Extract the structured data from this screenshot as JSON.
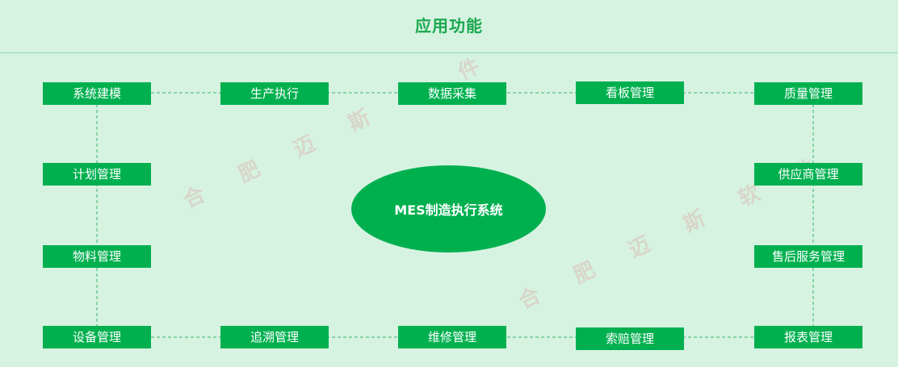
{
  "title": "应用功能",
  "center": "MES制造执行系统",
  "watermark": "合 肥 迈 斯 软 件",
  "colors": {
    "background": "#d6f3e2",
    "node": "#00b04f",
    "title": "#1aa84f",
    "connector": "#3cb36a"
  },
  "nodes": {
    "system_modeling": "系统建模",
    "production_execution": "生产执行",
    "data_collection": "数据采集",
    "kanban_management": "看板管理",
    "quality_management": "质量管理",
    "plan_management": "计划管理",
    "supplier_management": "供应商管理",
    "material_management": "物料管理",
    "after_sales_management": "售后服务管理",
    "equipment_management": "设备管理",
    "traceability_management": "追溯管理",
    "maintenance_management": "维修管理",
    "claim_management": "索赔管理",
    "report_management": "报表管理"
  }
}
